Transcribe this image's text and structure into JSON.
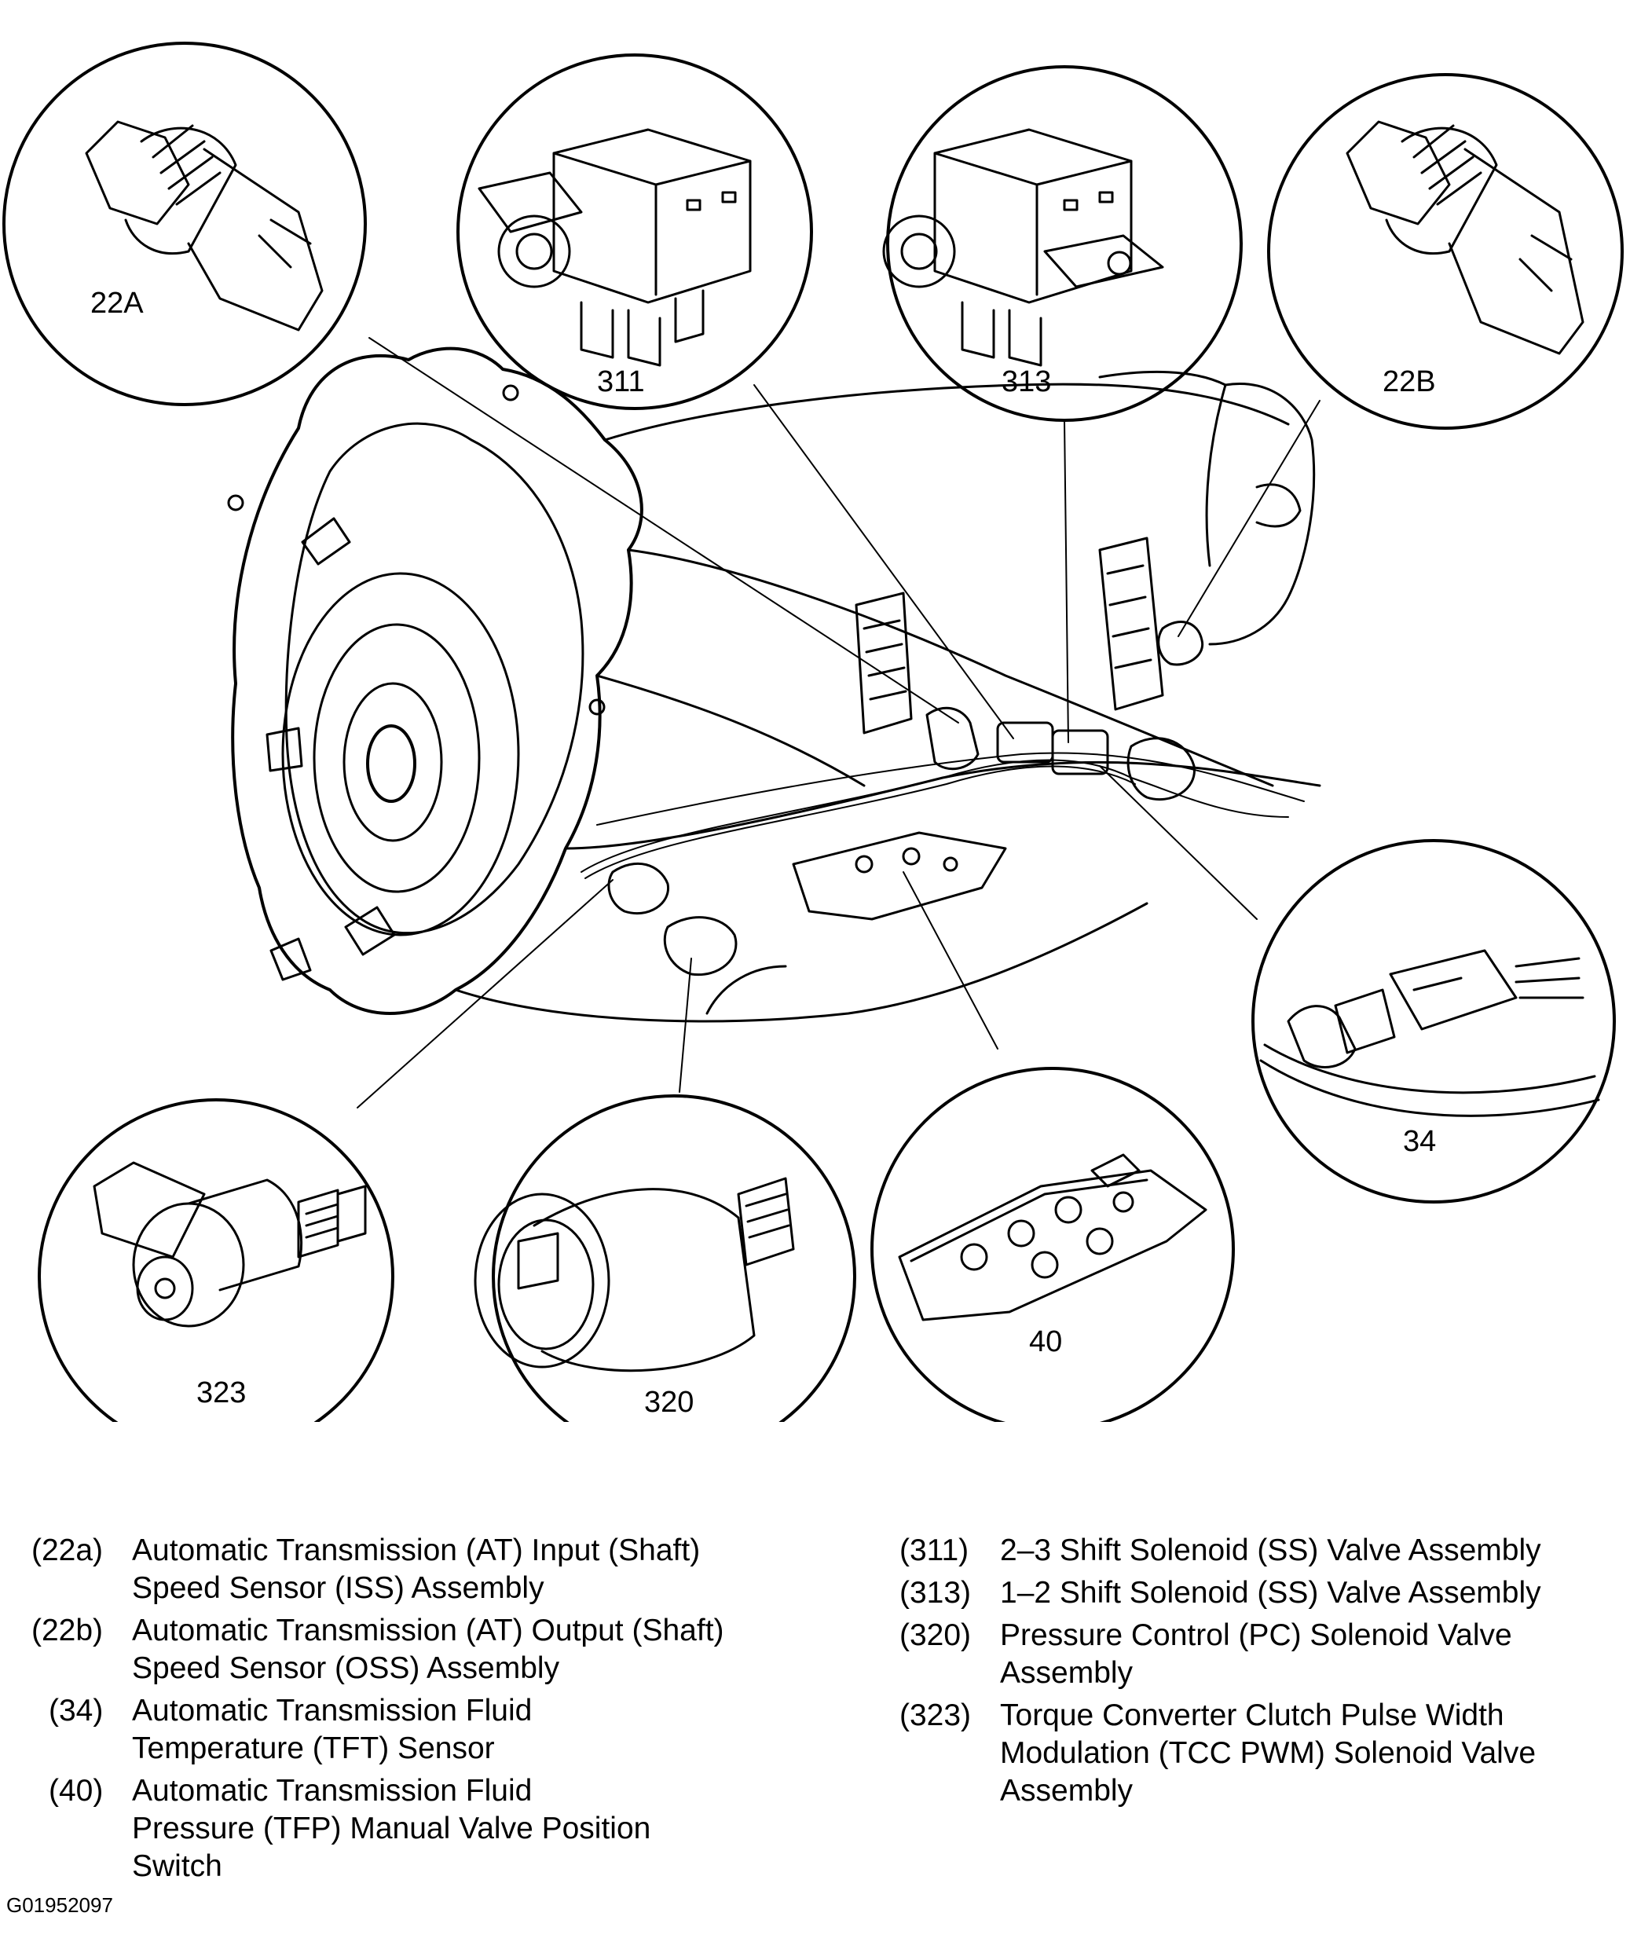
{
  "callouts": {
    "c22A": "22A",
    "c311": "311",
    "c313": "313",
    "c22B": "22B",
    "c34": "34",
    "c323": "323",
    "c320": "320",
    "c40": "40"
  },
  "legend": {
    "left": [
      {
        "code": "(22a)",
        "text": "Automatic Transmission (AT) Input (Shaft)\nSpeed Sensor (ISS) Assembly"
      },
      {
        "code": "(22b)",
        "text": "Automatic Transmission (AT) Output (Shaft)\nSpeed Sensor (OSS) Assembly"
      },
      {
        "code": "(34)",
        "text": "Automatic Transmission Fluid\nTemperature (TFT) Sensor"
      },
      {
        "code": "(40)",
        "text": "Automatic Transmission Fluid\nPressure (TFP) Manual Valve Position\nSwitch"
      }
    ],
    "right": [
      {
        "code": "(311)",
        "text": "2–3 Shift Solenoid (SS) Valve Assembly"
      },
      {
        "code": "(313)",
        "text": "1–2 Shift Solenoid (SS) Valve Assembly"
      },
      {
        "code": "(320)",
        "text": "Pressure Control (PC) Solenoid Valve\nAssembly"
      },
      {
        "code": "(323)",
        "text": "Torque Converter Clutch Pulse Width\nModulation (TCC PWM) Solenoid Valve\nAssembly"
      }
    ]
  },
  "figure_id": "G01952097"
}
